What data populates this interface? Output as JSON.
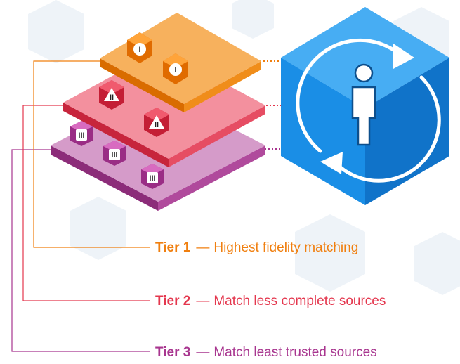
{
  "tiers": [
    {
      "name": "Tier 1",
      "dash": "—",
      "description": "Highest fidelity matching",
      "color": "#f07f0f",
      "badge": "I"
    },
    {
      "name": "Tier 2",
      "dash": "—",
      "description": "Match less complete sources",
      "color": "#e4374e",
      "badge": "II"
    },
    {
      "name": "Tier 3",
      "dash": "—",
      "description": "Match least trusted sources",
      "color": "#a8358f",
      "badge": "III"
    }
  ],
  "icons": {
    "identity_cube": "person-with-sync-arrows-icon",
    "tier1_badge": "hexagon-badge-icon",
    "tier2_badge": "warning-triangle-icon",
    "tier3_badge": "square-badge-icon"
  },
  "colors": {
    "cube_front": "#1a8fe6",
    "cube_top": "#4fb3f5",
    "cube_side": "#0f6fc4",
    "background_hex": "#eef3f8"
  }
}
